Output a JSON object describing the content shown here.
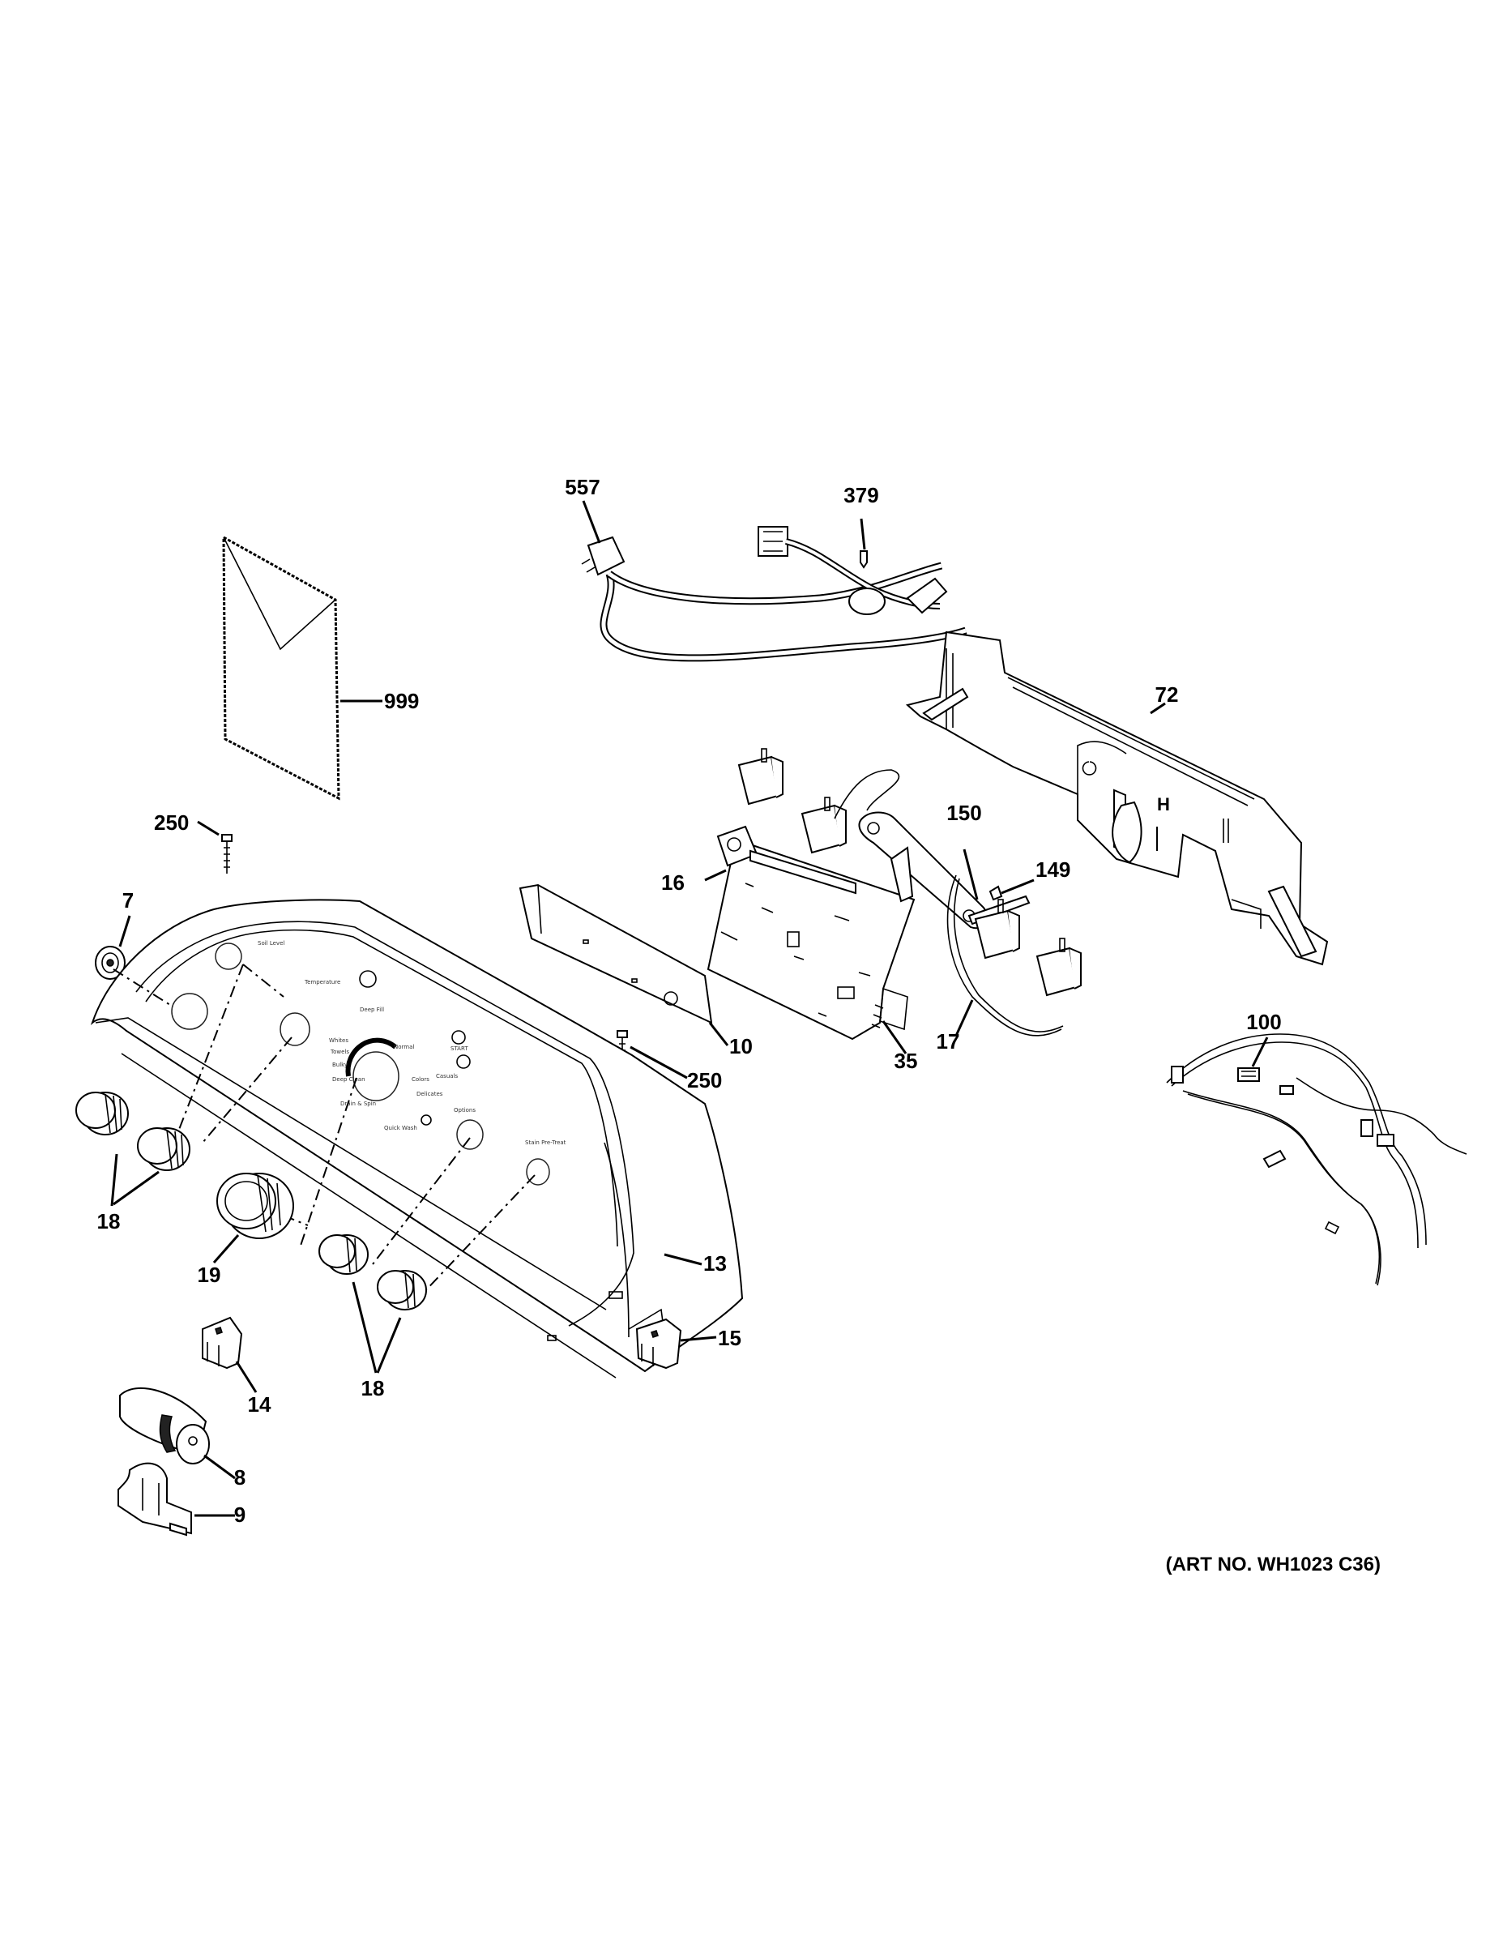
{
  "parts": {
    "p557": "557",
    "p379": "379",
    "p999": "999",
    "p72": "72",
    "p150": "150",
    "p149": "149",
    "p16": "16",
    "p250a": "250",
    "p250b": "250",
    "p7": "7",
    "p10": "10",
    "p35": "35",
    "p17": "17",
    "p100": "100",
    "p18a": "18",
    "p19": "19",
    "p13": "13",
    "p15": "15",
    "p14": "14",
    "p18b": "18",
    "p8": "8",
    "p9": "9"
  },
  "art_number": "(ART NO. WH1023 C36)",
  "panel_text": {
    "soil_level": "Soil Level",
    "temperature": "Temperature",
    "deep_fill": "Deep Fill",
    "normal": "Normal",
    "whites": "Whites",
    "towels": "Towels",
    "bulky": "Bulky",
    "deep_clean": "Deep Clean",
    "colors": "Colors",
    "delicates": "Delicates",
    "casuals": "Casuals",
    "drain_spin": "Drain & Spin",
    "quick_wash": "Quick Wash",
    "options": "Options",
    "stain_pretreat": "Stain Pre-Treat",
    "start": "START"
  }
}
